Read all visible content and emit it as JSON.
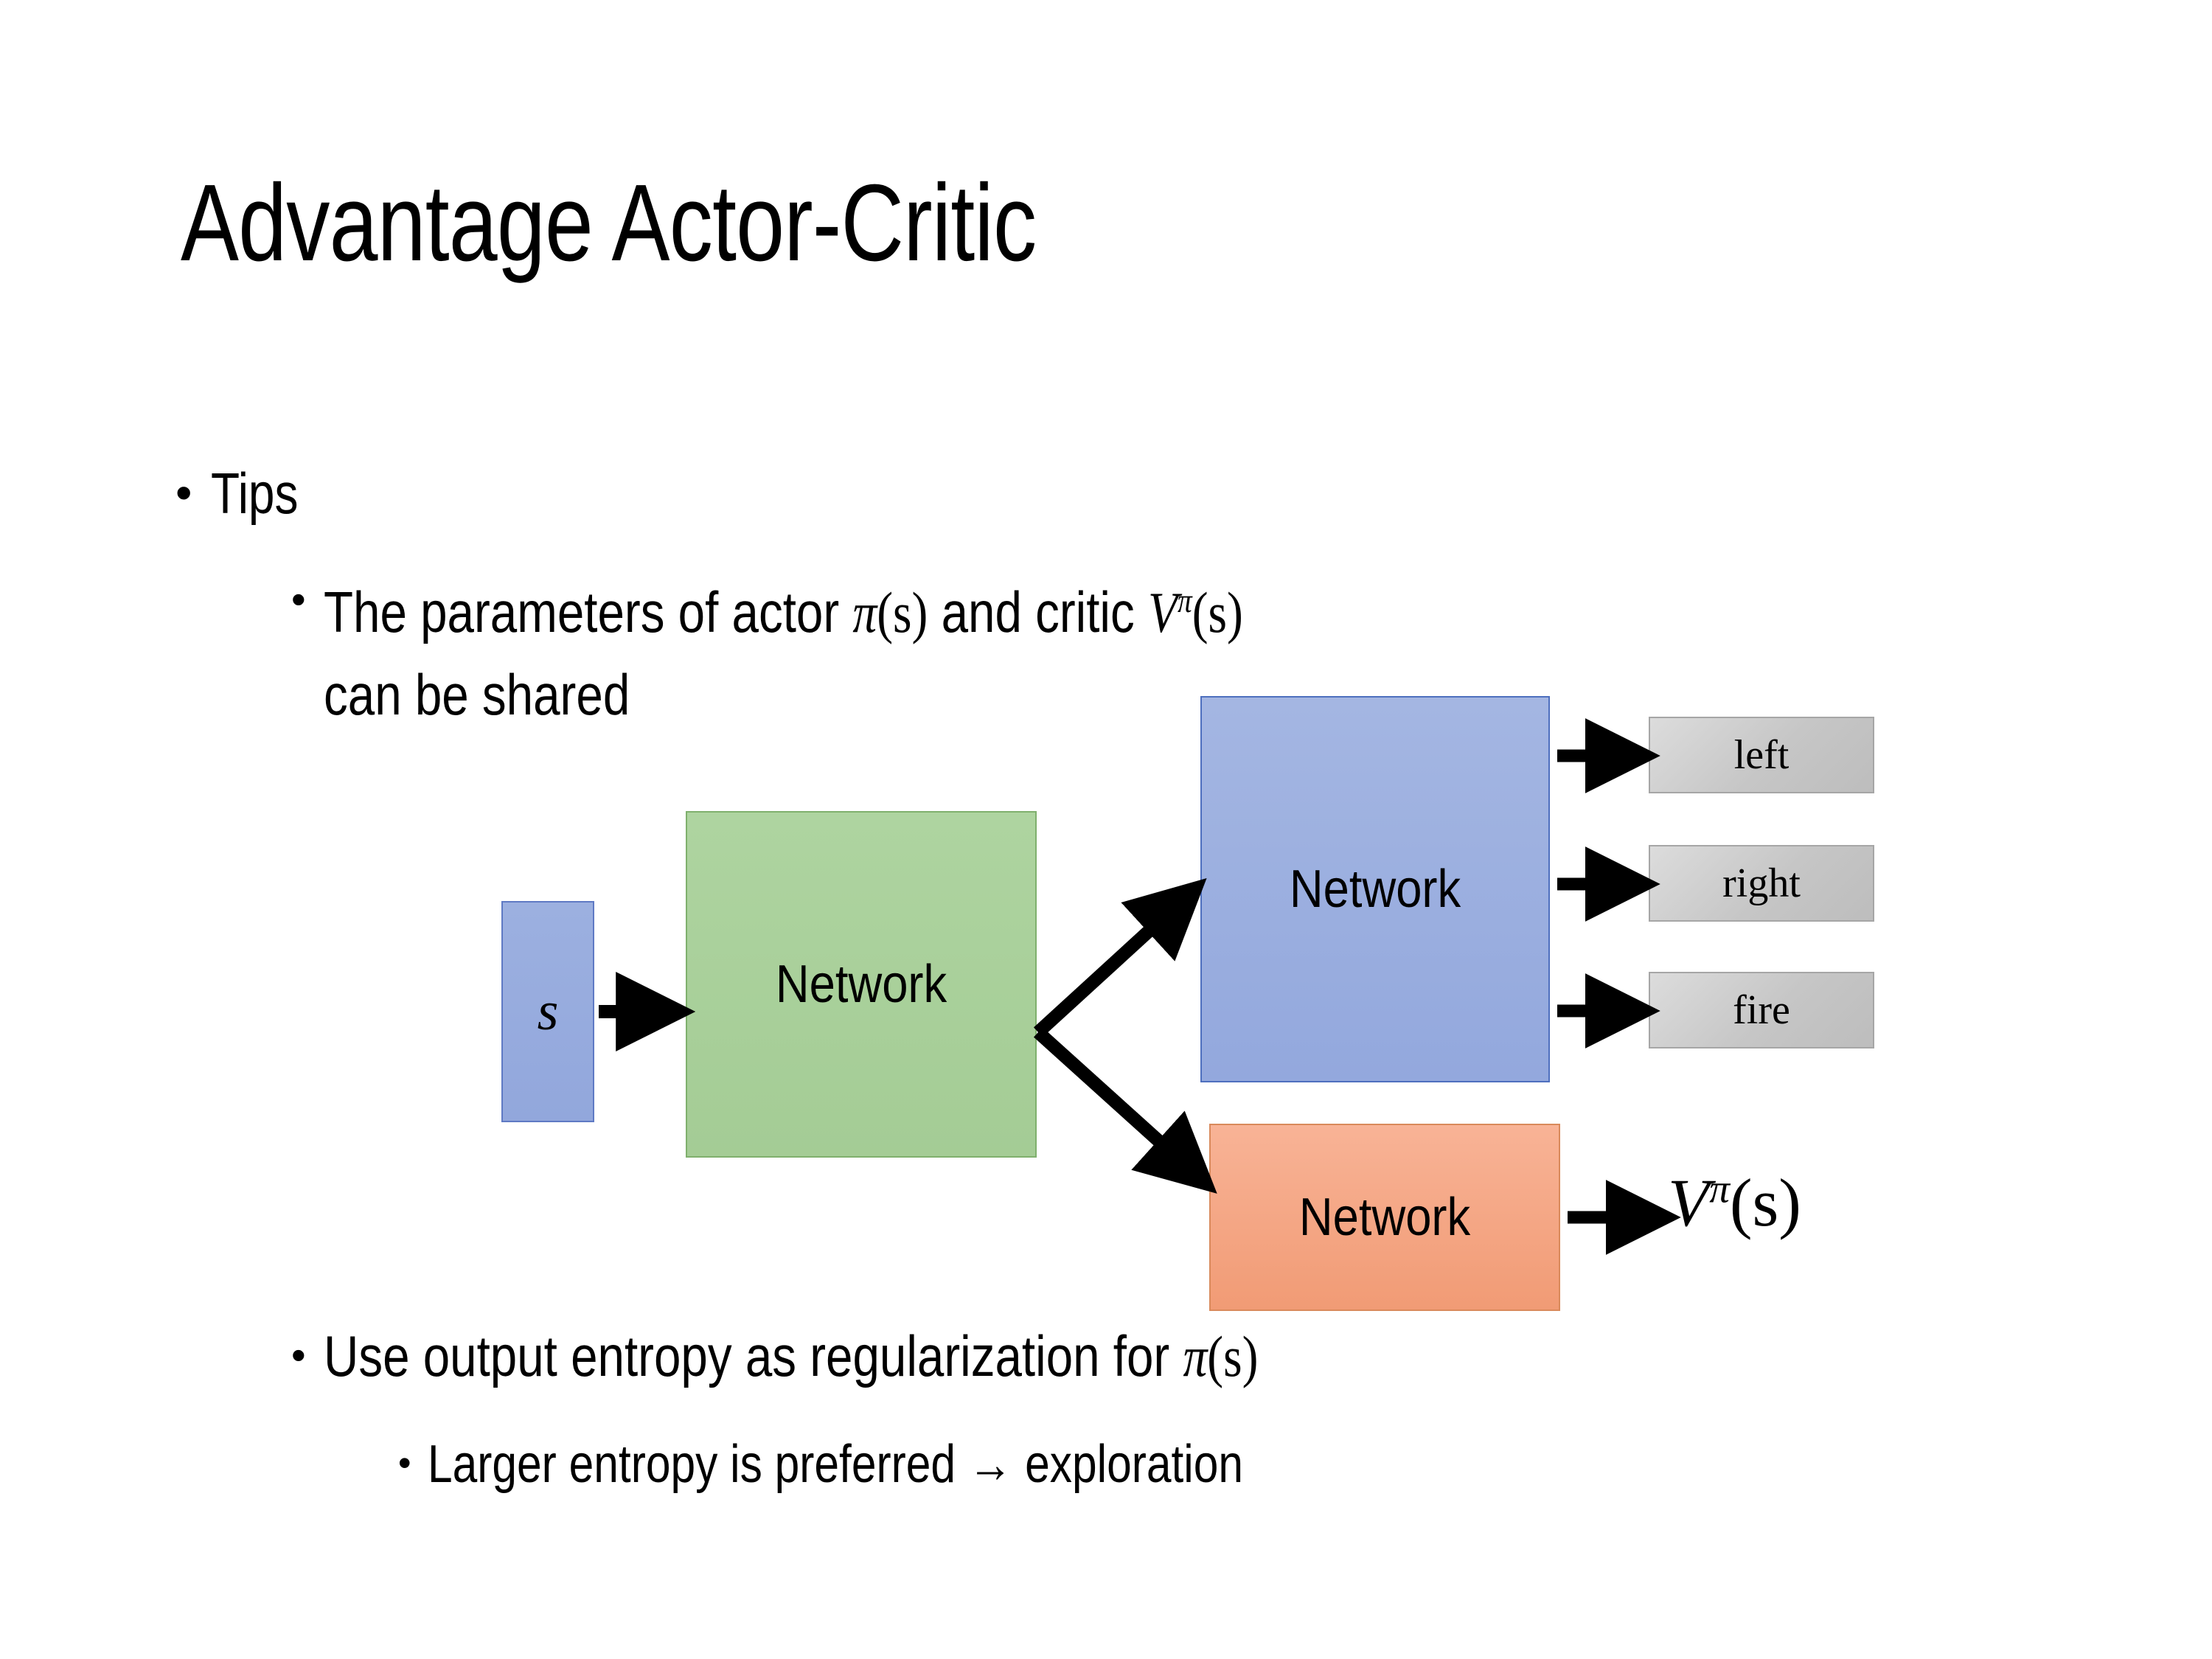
{
  "slide": {
    "title": "Advantage Actor-Critic",
    "background_color": "#FFFFFF"
  },
  "bullets": {
    "tips": {
      "marker": "•",
      "label": "Tips"
    },
    "parameters": {
      "marker": "•",
      "text_before_math": "The parameters of actor ",
      "math_actor_pi": "π",
      "math_actor_arg": "(s)",
      "text_middle": " and critic ",
      "math_critic_V": "V",
      "math_critic_sup": "π",
      "math_critic_arg": "(s)",
      "line2": "can be shared"
    },
    "entropy": {
      "marker": "•",
      "text_before_math": "Use output entropy as regularization for ",
      "math_pi": "π",
      "math_arg": "(s)"
    },
    "larger_entropy": {
      "marker": "•",
      "text": "Larger entropy is preferred → exploration"
    }
  },
  "diagram": {
    "state_box": {
      "label": "s",
      "fill": "#95A9DD",
      "border": "#5F7AC4"
    },
    "shared_network": {
      "label": "Network",
      "fill": "#A8CF98",
      "border": "#7FB06D"
    },
    "actor_network": {
      "label": "Network",
      "fill": "#97ABDE",
      "border": "#4E6FBE"
    },
    "critic_network": {
      "label": "Network",
      "fill": "#F4A683",
      "border": "#D98A5C"
    },
    "actions": [
      {
        "label": "left",
        "fill": "#C9C9C9",
        "border": "#A6A6A6"
      },
      {
        "label": "right",
        "fill": "#C9C9C9",
        "border": "#A6A6A6"
      },
      {
        "label": "fire",
        "fill": "#C9C9C9",
        "border": "#A6A6A6"
      }
    ],
    "critic_output": {
      "math_V": "V",
      "math_sup": "π",
      "math_arg": "(s)"
    },
    "arrow_color": "#000000"
  }
}
